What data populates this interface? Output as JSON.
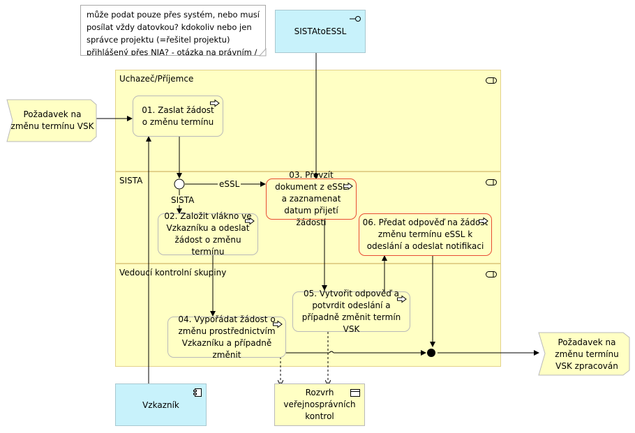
{
  "note": {
    "text": "může podat pouze přes systém, nebo musí posílat vždy datovkou? kdokoliv nebo jen správce projektu (=řešitel projektu) přihlášený přes NIA? - otázka na právním / ..."
  },
  "app_box_top": {
    "label": "SISTAtoESSL"
  },
  "lanes": [
    {
      "label": "Uchazeč/Příjemce"
    },
    {
      "label": "SISTA"
    },
    {
      "label": "Vedoucí kontrolní skupiny"
    }
  ],
  "events": {
    "start": "Požadavek na změnu termínu VSK",
    "end": "Požadavek na změnu termínu VSK zpracován"
  },
  "processes": {
    "p01": "01. Zaslat žádost o změnu termínu",
    "p02": "02. Založit vlákno ve Vzkazníku a odeslat žádost o změnu termínu",
    "p03": "03. Převzít dokument z eSSL a zaznamenat datum přijetí žádosti",
    "p04": "04. Vypořádat žádost o změnu prostřednictvím Vzkazníku a případně změnit",
    "p05": "05. Vytvořit odpověď a potvrdit odeslání a případně změnit termín VSK",
    "p06": "06. Předat odpověď na žádost změnu termínu eSSL k odeslání a odeslat notifikaci"
  },
  "flow_labels": {
    "essl": "eSSL",
    "sista": "SISTA"
  },
  "component_box": {
    "label": "Vzkazník"
  },
  "data_object": {
    "label": "Rozvrh veřejnosprávních kontrol"
  },
  "colors": {
    "lane_fill": "#ffffc4",
    "app_fill": "#c8f2fb",
    "highlight_border": "#e84c33",
    "line": "#000000"
  }
}
